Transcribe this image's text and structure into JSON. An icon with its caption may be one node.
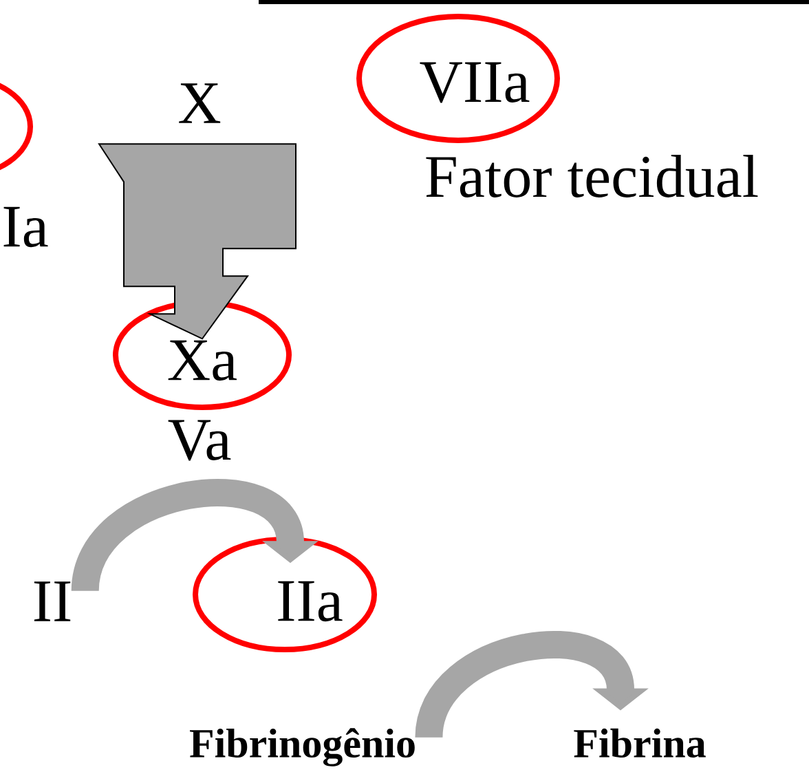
{
  "diagram": {
    "nodes": [
      {
        "text": [
          "X"
        ]
      },
      {
        "text": [
          "VIIa"
        ]
      },
      {
        "text": [
          "Xa"
        ]
      },
      {
        "text": [
          "II"
        ]
      },
      {
        "text": [
          "IIa"
        ]
      },
      {
        "text": [
          "Fibrinogênio"
        ]
      },
      {
        "text": [
          "Fibrina"
        ]
      }
    ],
    "edges": [
      {
        "from": 0,
        "to": 2,
        "arrow": "to"
      },
      {
        "from": 3,
        "to": 4,
        "arrow": "to"
      },
      {
        "from": 5,
        "to": 6,
        "arrow": "to"
      }
    ],
    "labels": [
      "Ia",
      "Fator tecidual",
      "Va"
    ]
  }
}
